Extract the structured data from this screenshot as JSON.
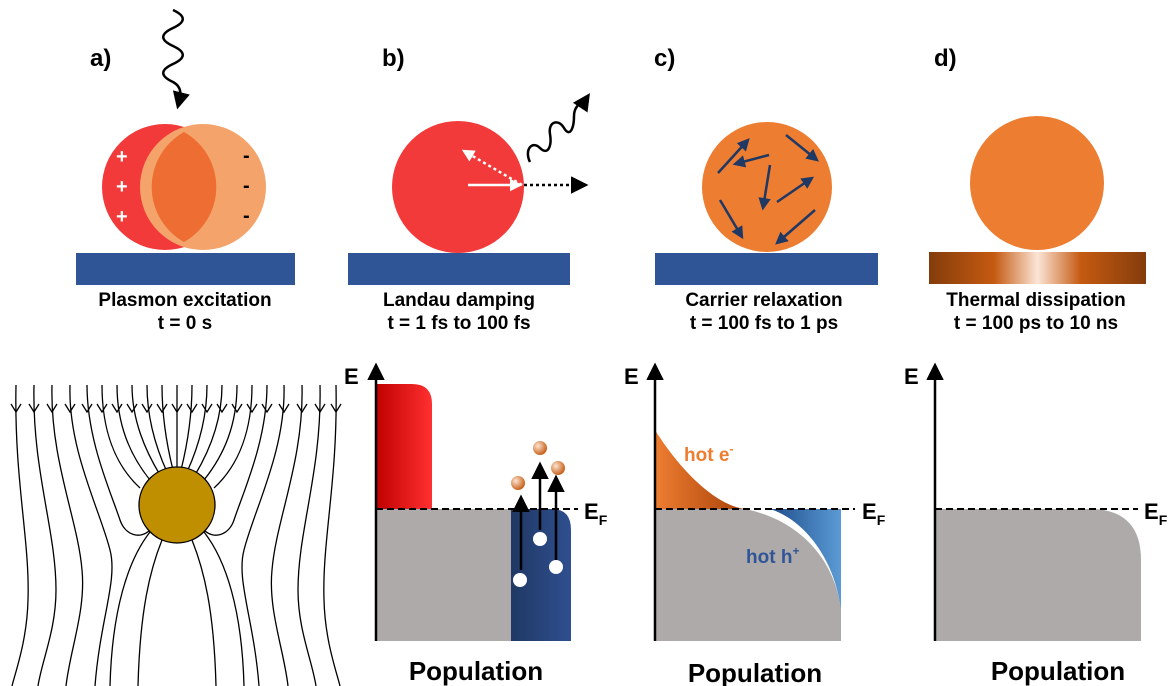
{
  "panels": [
    {
      "letter": "a)",
      "caption_line1": "Plasmon excitation",
      "caption_line2": "t = 0 s"
    },
    {
      "letter": "b)",
      "caption_line1": "Landau damping",
      "caption_line2": "t = 1 fs to 100 fs"
    },
    {
      "letter": "c)",
      "caption_line1": "Carrier relaxation",
      "caption_line2": "t = 100 fs to 1 ps"
    },
    {
      "letter": "d)",
      "caption_line1": "Thermal dissipation",
      "caption_line2": "t = 100 ps to 10 ns"
    }
  ],
  "charge_signs": {
    "positive": "+",
    "negative": "-"
  },
  "energy_axis_label": "E",
  "fermi_level": {
    "main": "E",
    "sub": "F"
  },
  "population_label": "Population",
  "hot_electron": {
    "text": "hot e",
    "sup": "-"
  },
  "hot_hole": {
    "text": "hot h",
    "sup": "+"
  },
  "colors": {
    "substrate": "#2f5597",
    "particle_orange": "#ed7d31",
    "particle_red": "#f23a3a",
    "light_orange": "#f4a46a",
    "gold_particle": "#bf8f00",
    "grey_fill": "#aeaaaa",
    "navy": "#1f3864",
    "hole_blue": "#2e75b6",
    "hot_e_text": "#ed7d31",
    "hot_h_text": "#2f5597"
  }
}
